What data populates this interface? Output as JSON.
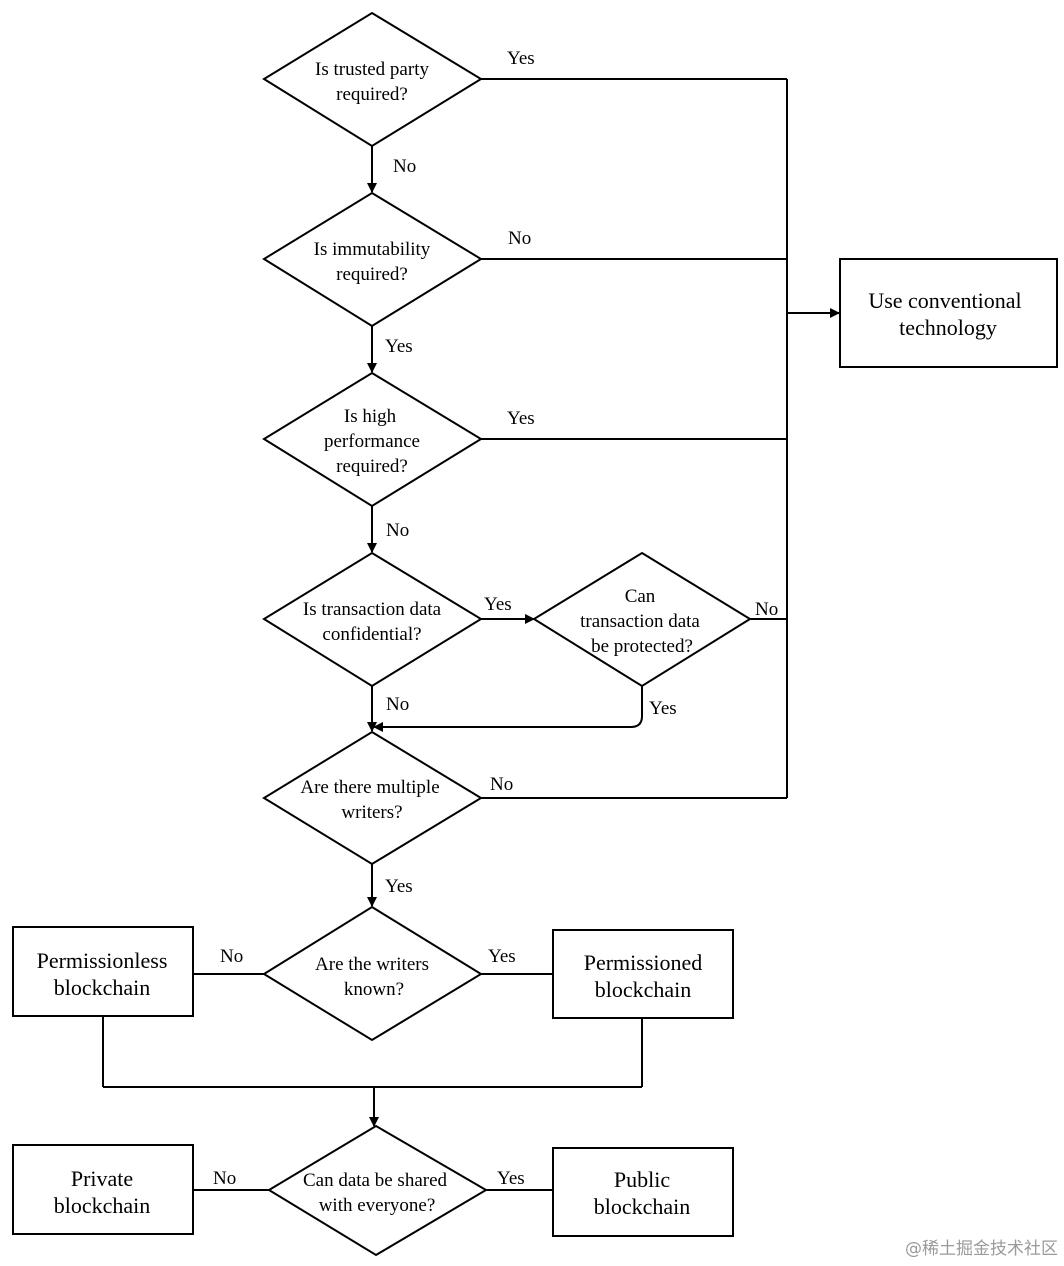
{
  "decisions": {
    "trusted": [
      "Is trusted party",
      "required?"
    ],
    "immutability": [
      "Is immutability",
      "required?"
    ],
    "performance": [
      "Is high",
      "performance",
      "required?"
    ],
    "confidential": [
      "Is transaction data",
      "confidential?"
    ],
    "protected": [
      "Can",
      "transaction data",
      "be protected?"
    ],
    "writers": [
      "Are there multiple",
      "writers?"
    ],
    "known": [
      "Are the writers",
      "known?"
    ],
    "shared": [
      "Can data be shared",
      "with everyone?"
    ]
  },
  "outcomes": {
    "conventional": [
      "Use conventional",
      "technology"
    ],
    "permissionless": [
      "Permissionless",
      "blockchain"
    ],
    "permissioned": [
      "Permissioned",
      "blockchain"
    ],
    "private": [
      "Private",
      "blockchain"
    ],
    "public": [
      "Public",
      "blockchain"
    ]
  },
  "edge_labels": {
    "trusted_yes": "Yes",
    "trusted_no": "No",
    "immutability_no": "No",
    "immutability_yes": "Yes",
    "performance_yes": "Yes",
    "performance_no": "No",
    "confidential_yes": "Yes",
    "confidential_no": "No",
    "protected_no": "No",
    "protected_yes": "Yes",
    "writers_no": "No",
    "writers_yes": "Yes",
    "known_no": "No",
    "known_yes": "Yes",
    "shared_no": "No",
    "shared_yes": "Yes"
  },
  "watermark": "@稀土掘金技术社区"
}
